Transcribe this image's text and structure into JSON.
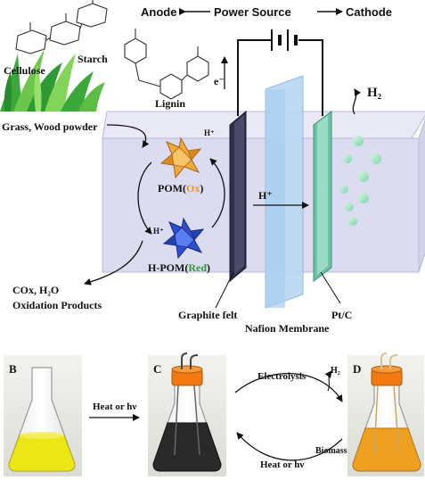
{
  "power_source": {
    "anode_label": "Anode",
    "title": "Power Source",
    "cathode_label": "Cathode"
  },
  "molecules": {
    "cellulose": "Cellulose",
    "starch": "Starch",
    "lignin": "Lignin"
  },
  "feedstock": "Grass, Wood powder",
  "electron": "e⁻",
  "product_h2": "H₂",
  "proton_top": "H⁺",
  "proton_mid": "H⁺",
  "proton_left": "H⁺",
  "pom_ox": {
    "prefix": "POM(",
    "state": "Ox",
    "suffix": ")",
    "state_color": "#e8962a"
  },
  "pom_red": {
    "prefix": "H-POM(",
    "state": "Red",
    "suffix": ")",
    "state_color": "#2f9a3c"
  },
  "oxidation_products": {
    "line1": "COx, H₂O",
    "line2": "Oxidation Products"
  },
  "labels": {
    "graphite_felt": "Graphite felt",
    "nafion": "Nafion Membrane",
    "ptc": "Pt/C"
  },
  "panels": {
    "B": "B",
    "C": "C",
    "D": "D"
  },
  "process": {
    "heat_or_hv_1": "Heat or hν",
    "electrolysis": "Electrolysis",
    "h2": "H₂",
    "biomass": "Biomass",
    "heat_or_hv_2": "Heat or hν"
  },
  "colors": {
    "pom_ox_fill": "#f0a93a",
    "pom_red_fill": "#2e4fd0",
    "tank_fill": "#dcdcf0",
    "membrane_fill": "#bcd9f2",
    "graphite_felt": "#2f2f4a",
    "ptc": "#6fc2a8",
    "h2_bubble": "#a6e3c2",
    "flask_yellow": "#ece616",
    "flask_dark": "#2a2a2a",
    "flask_orange": "#f0a020",
    "cap_orange": "#f07a10"
  }
}
